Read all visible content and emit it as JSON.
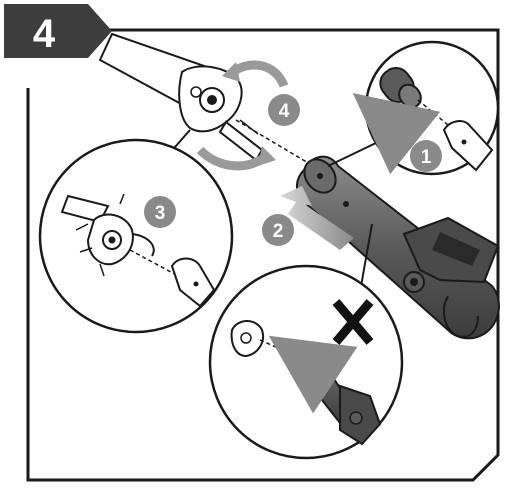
{
  "step": {
    "number": "4"
  },
  "callouts": {
    "c1": "1",
    "c2": "2",
    "c3": "3",
    "c4": "4"
  },
  "colors": {
    "frame": "#1a1a1a",
    "badge": "#3d3d3d",
    "callout": "#8a8a8a",
    "arrow": "#9a9a9a",
    "part_dark": "#4a4a4a",
    "part_mid": "#7a7a7a",
    "cross": "#111111"
  },
  "icons": {
    "wrong": "cross-icon",
    "rotate": "rotate-arrow-icon",
    "push": "push-arrow-icon"
  }
}
